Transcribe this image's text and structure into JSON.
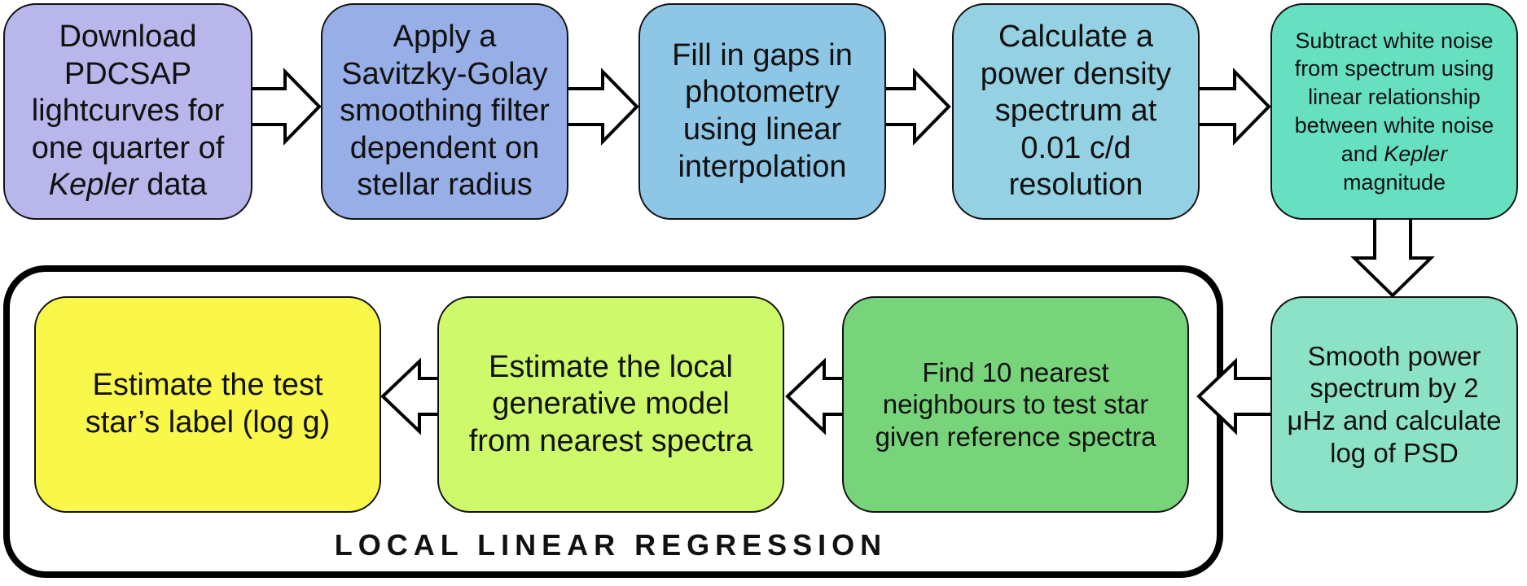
{
  "diagram": {
    "boxes": [
      {
        "id": "download",
        "color": "#b8b6ea",
        "lines": [
          [
            {
              "text": "Download"
            }
          ],
          [
            {
              "text": "PDCSAP"
            }
          ],
          [
            {
              "text": "lightcurves for"
            }
          ],
          [
            {
              "text": "one quarter of"
            }
          ],
          [
            {
              "text": "Kepler",
              "italic": true
            },
            {
              "text": " data"
            }
          ]
        ]
      },
      {
        "id": "savgol",
        "color": "#97aee6",
        "lines": [
          [
            {
              "text": "Apply a"
            }
          ],
          [
            {
              "text": "Savitzky-Golay"
            }
          ],
          [
            {
              "text": "smoothing filter"
            }
          ],
          [
            {
              "text": "dependent on"
            }
          ],
          [
            {
              "text": "stellar radius"
            }
          ]
        ]
      },
      {
        "id": "fill-gaps",
        "color": "#8ec6e6",
        "lines": [
          [
            {
              "text": "Fill in gaps in"
            }
          ],
          [
            {
              "text": "photometry"
            }
          ],
          [
            {
              "text": "using linear"
            }
          ],
          [
            {
              "text": "interpolation"
            }
          ]
        ]
      },
      {
        "id": "psd",
        "color": "#94d2e3",
        "lines": [
          [
            {
              "text": "Calculate a"
            }
          ],
          [
            {
              "text": "power density"
            }
          ],
          [
            {
              "text": "spectrum at"
            }
          ],
          [
            {
              "text": "0.01 c/d"
            }
          ],
          [
            {
              "text": "resolution"
            }
          ]
        ]
      },
      {
        "id": "white-noise",
        "color": "#66e0c0",
        "lines": [
          [
            {
              "text": "Subtract white noise"
            }
          ],
          [
            {
              "text": "from spectrum using"
            }
          ],
          [
            {
              "text": "linear relationship"
            }
          ],
          [
            {
              "text": "between white noise"
            }
          ],
          [
            {
              "text": "and "
            },
            {
              "text": "Kepler",
              "italic": true
            }
          ],
          [
            {
              "text": "magnitude"
            }
          ]
        ]
      },
      {
        "id": "smooth-power",
        "color": "#8ce2c6",
        "lines": [
          [
            {
              "text": "Smooth power"
            }
          ],
          [
            {
              "text": "spectrum by 2"
            }
          ],
          [
            {
              "text": "μHz and calculate"
            }
          ],
          [
            {
              "text": "log of PSD"
            }
          ]
        ]
      },
      {
        "id": "nearest-neighbours",
        "color": "#78d47a",
        "lines": [
          [
            {
              "text": "Find 10 nearest"
            }
          ],
          [
            {
              "text": "neighbours to test star"
            }
          ],
          [
            {
              "text": "given reference spectra"
            }
          ]
        ]
      },
      {
        "id": "generative-model",
        "color": "#cdf96a",
        "lines": [
          [
            {
              "text": "Estimate the local"
            }
          ],
          [
            {
              "text": "generative model"
            }
          ],
          [
            {
              "text": "from nearest spectra"
            }
          ]
        ]
      },
      {
        "id": "estimate-label",
        "color": "#f9f74a",
        "lines": [
          [
            {
              "text": "Estimate the test"
            }
          ],
          [
            {
              "text": "star’s label (log g)"
            }
          ]
        ]
      }
    ],
    "group_label": "LOCAL LINEAR REGRESSION"
  }
}
